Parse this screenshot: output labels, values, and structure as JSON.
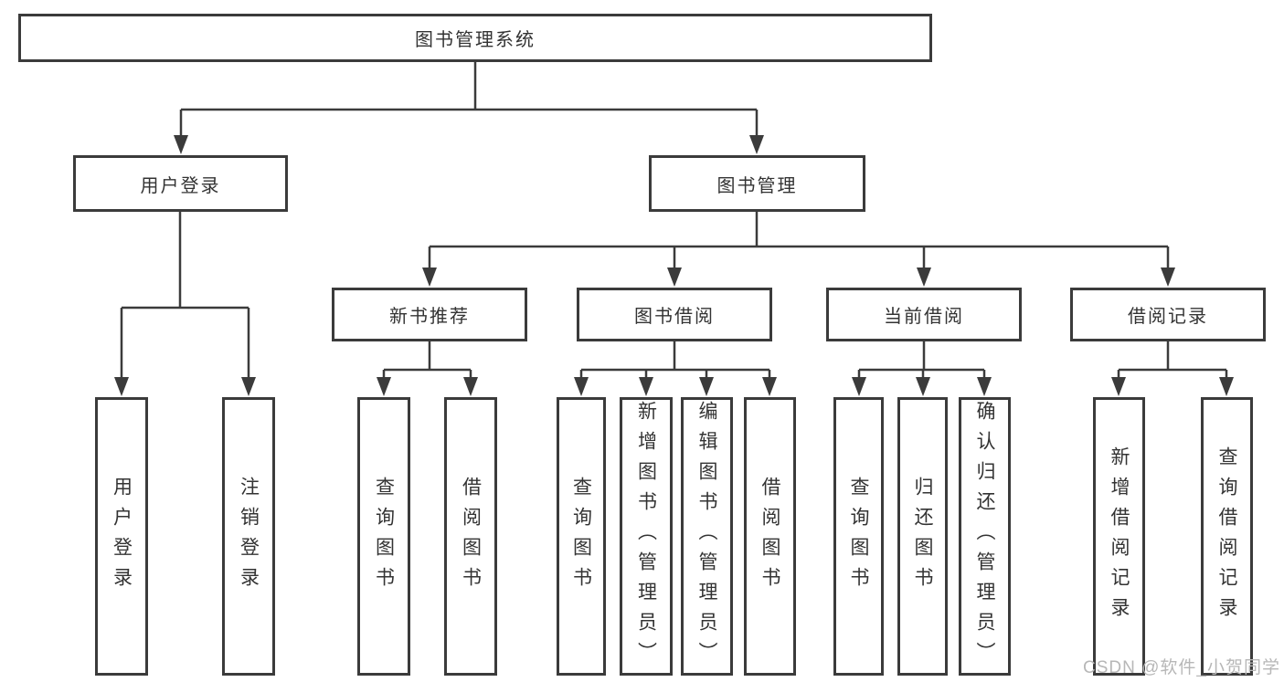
{
  "diagram": {
    "tree": {
      "label": "图书管理系统",
      "children": [
        {
          "label": "用户登录",
          "children": [
            {
              "label": "用户登录"
            },
            {
              "label": "注销登录"
            }
          ]
        },
        {
          "label": "图书管理",
          "children": [
            {
              "label": "新书推荐",
              "children": [
                {
                  "label": "查询图书"
                },
                {
                  "label": "借阅图书"
                }
              ]
            },
            {
              "label": "图书借阅",
              "children": [
                {
                  "label": "查询图书"
                },
                {
                  "label": "新增图书（管理员）"
                },
                {
                  "label": "编辑图书（管理员）"
                },
                {
                  "label": "借阅图书"
                }
              ]
            },
            {
              "label": "当前借阅",
              "children": [
                {
                  "label": "查询图书"
                },
                {
                  "label": "归还图书"
                },
                {
                  "label": "确认归还（管理员）"
                }
              ]
            },
            {
              "label": "借阅记录",
              "children": [
                {
                  "label": "新增借阅记录"
                },
                {
                  "label": "查询借阅记录"
                }
              ]
            }
          ]
        }
      ]
    },
    "colors": {
      "background": "#ffffff",
      "box_border": "#3b3b3b",
      "connector_line": "#3b3b3b",
      "text": "#333333",
      "watermark": "#b7b7b7"
    }
  },
  "watermark": {
    "text": "CSDN @软件_小贺同学"
  }
}
